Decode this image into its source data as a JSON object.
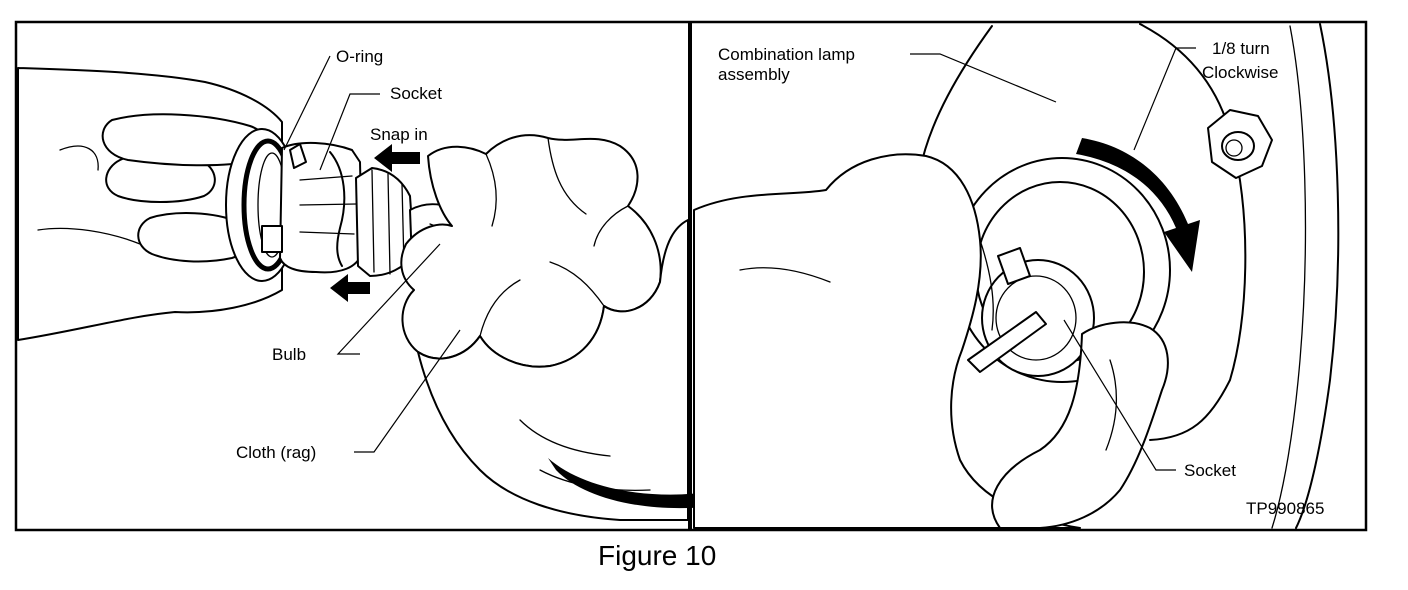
{
  "labels": {
    "o_ring": "O-ring",
    "socket_left": "Socket",
    "snap_in": "Snap in",
    "bulb": "Bulb",
    "cloth": "Cloth (rag)",
    "combination_lamp_line1": "Combination lamp",
    "combination_lamp_line2": "assembly",
    "turn_line1": "1/8 turn",
    "turn_line2": "Clockwise",
    "socket_right": "Socket",
    "figure_id": "TP990865"
  },
  "caption": "Figure 10"
}
